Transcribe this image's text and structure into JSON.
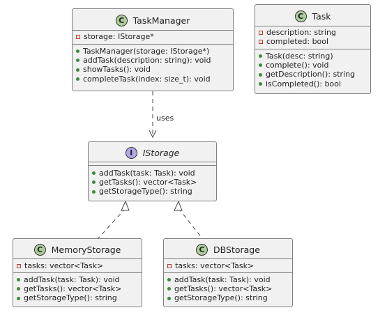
{
  "colors": {
    "class_badge": "#adcd9a",
    "interface_badge": "#b4a7e5",
    "box_fill": "#f1f1f1",
    "border": "#7f7f7f",
    "private_marker": "#c0392b",
    "public_marker": "#3d8b3d"
  },
  "classes": {
    "taskmanager": {
      "badge": "C",
      "name": "TaskManager",
      "attributes": [
        "storage: IStorage*"
      ],
      "methods": [
        "TaskManager(storage: IStorage*)",
        "addTask(description: string): void",
        "showTasks(): void",
        "completeTask(index: size_t): void"
      ]
    },
    "task": {
      "badge": "C",
      "name": "Task",
      "attributes": [
        "description: string",
        "completed: bool"
      ],
      "methods": [
        "Task(desc: string)",
        "complete(): void",
        "getDescription(): string",
        "isCompleted(): bool"
      ]
    },
    "istorage": {
      "badge": "I",
      "name": "IStorage",
      "attributes": [],
      "methods": [
        "addTask(task: Task): void",
        "getTasks(): vector<Task>",
        "getStorageType(): string"
      ]
    },
    "memorystorage": {
      "badge": "C",
      "name": "MemoryStorage",
      "attributes": [
        "tasks: vector<Task>"
      ],
      "methods": [
        "addTask(task: Task): void",
        "getTasks(): vector<Task>",
        "getStorageType(): string"
      ]
    },
    "dbstorage": {
      "badge": "C",
      "name": "DBStorage",
      "attributes": [
        "tasks: vector<Task>"
      ],
      "methods": [
        "addTask(task: Task): void",
        "getTasks(): vector<Task>",
        "getStorageType(): string"
      ]
    }
  },
  "relations": {
    "uses_label": "uses"
  }
}
